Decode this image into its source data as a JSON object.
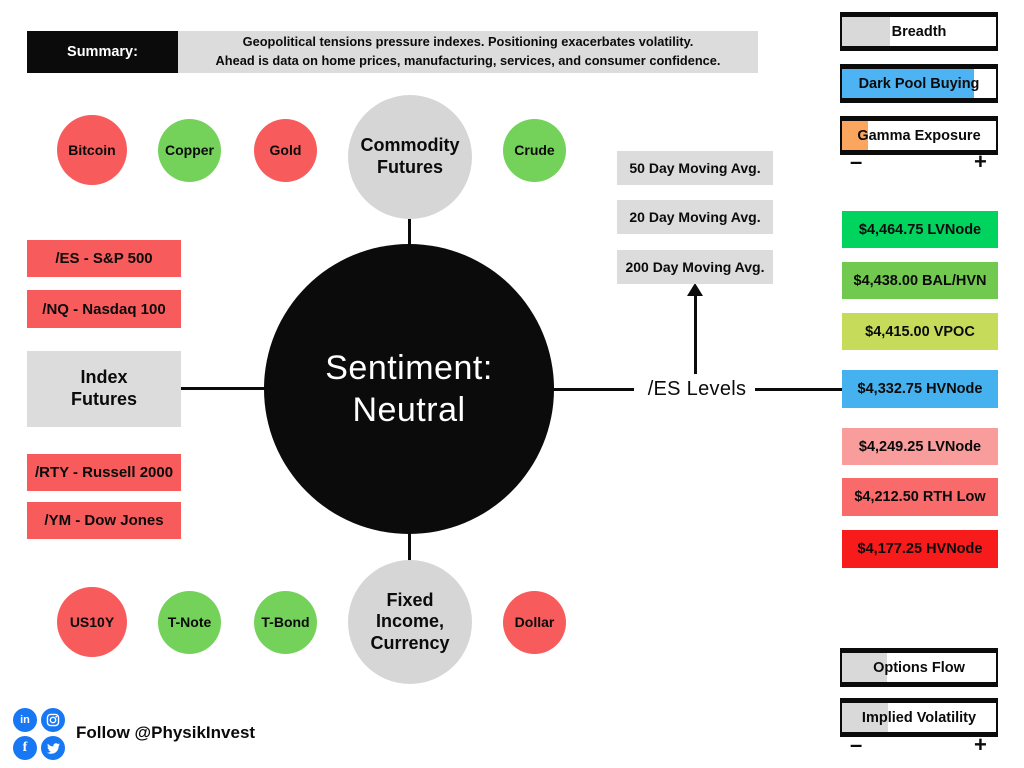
{
  "colors": {
    "red": "#F85B5B",
    "green": "#74D25A",
    "hub_gray": "#D6D6D6",
    "box_gray": "#DCDCDC",
    "black": "#0B0B0B",
    "social_blue": "#1877F2"
  },
  "summary": {
    "label": "Summary:",
    "line1": "Geopolitical tensions pressure indexes. Positioning exacerbates volatility.",
    "line2": "Ahead is data on home prices, manufacturing, services, and consumer confidence."
  },
  "sentiment": {
    "line1": "Sentiment:",
    "line2": "Neutral"
  },
  "commodity": {
    "hub": [
      "Commodity",
      "Futures"
    ],
    "items": [
      {
        "label": "Bitcoin",
        "color": "#F85B5B"
      },
      {
        "label": "Copper",
        "color": "#74D25A"
      },
      {
        "label": "Gold",
        "color": "#F85B5B"
      },
      {
        "label": "Crude",
        "color": "#74D25A"
      }
    ]
  },
  "index_futures": {
    "hub": [
      "Index",
      "Futures"
    ],
    "items": [
      {
        "label": "/ES - S&P 500"
      },
      {
        "label": "/NQ - Nasdaq 100"
      },
      {
        "label": "/RTY - Russell 2000"
      },
      {
        "label": "/YM - Dow Jones"
      }
    ]
  },
  "fixed_income": {
    "hub": [
      "Fixed",
      "Income,",
      "Currency"
    ],
    "items": [
      {
        "label": "US10Y",
        "color": "#F85B5B"
      },
      {
        "label": "T-Note",
        "color": "#74D25A"
      },
      {
        "label": "T-Bond",
        "color": "#74D25A"
      },
      {
        "label": "Dollar",
        "color": "#F85B5B"
      }
    ]
  },
  "es_levels": {
    "label": "/ES Levels",
    "moving_averages": [
      "50 Day Moving Avg.",
      "20 Day Moving Avg.",
      "200 Day Moving Avg."
    ],
    "levels": [
      {
        "label": "$4,464.75 LVNode",
        "color": "#00D45F"
      },
      {
        "label": "$4,438.00 BAL/HVN",
        "color": "#72C94F"
      },
      {
        "label": "$4,415.00 VPOC",
        "color": "#C6DB5A"
      },
      {
        "label": "$4,332.75 HVNode",
        "color": "#45B1EE"
      },
      {
        "label": "$4,249.25 LVNode",
        "color": "#F89C9C"
      },
      {
        "label": "$4,212.50 RTH Low",
        "color": "#F96B6B"
      },
      {
        "label": "$4,177.25 HVNode",
        "color": "#F71B1B"
      }
    ]
  },
  "gauges": {
    "minus": "–",
    "plus": "+",
    "top": [
      {
        "label": "Breadth",
        "fill_pct": 31,
        "fill_color": "#D9D9D9"
      },
      {
        "label": "Dark Pool Buying",
        "fill_pct": 86,
        "fill_color": "#4DB3F2"
      },
      {
        "label": "Gamma Exposure",
        "fill_pct": 17,
        "fill_color": "#FBA55F"
      }
    ],
    "bottom": [
      {
        "label": "Options Flow",
        "fill_pct": 29,
        "fill_color": "#D9D9D9"
      },
      {
        "label": "Implied Volatility",
        "fill_pct": 30,
        "fill_color": "#D9D9D9"
      }
    ]
  },
  "footer": {
    "follow": "Follow @PhysikInvest",
    "social": [
      {
        "name": "linkedin",
        "glyph": "in"
      },
      {
        "name": "instagram"
      },
      {
        "name": "facebook",
        "glyph": "f"
      },
      {
        "name": "twitter"
      }
    ]
  }
}
